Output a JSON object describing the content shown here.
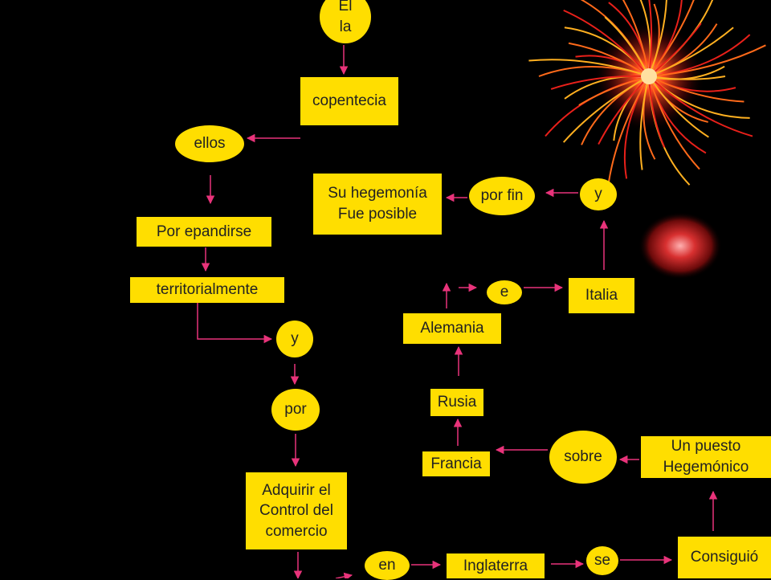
{
  "colors": {
    "background": "#000000",
    "node_fill": "#ffde00",
    "arrow": "#e8337a"
  },
  "nodes": {
    "el_la": "El\nla",
    "copentecia": "copentecia",
    "ellos": "ellos",
    "por_epandirse": "Por epandirse",
    "territorialmente": "territorialmente",
    "y_left": "y",
    "por": "por",
    "adquirir": "Adquirir el\nControl del\ncomercio",
    "en": "en",
    "inglaterra": "Inglaterra",
    "se": "se",
    "consiguio": "Consiguió",
    "un_puesto": "Un puesto\nHegemónico",
    "sobre": "sobre",
    "francia": "Francia",
    "rusia": "Rusia",
    "alemania": "Alemania",
    "e": "e",
    "italia": "Italia",
    "y_right": "y",
    "por_fin": "por fin",
    "su_hegemonia": "Su hegemonía\nFue posible"
  },
  "decoration": [
    "firework-burst",
    "red-glow-orb"
  ]
}
